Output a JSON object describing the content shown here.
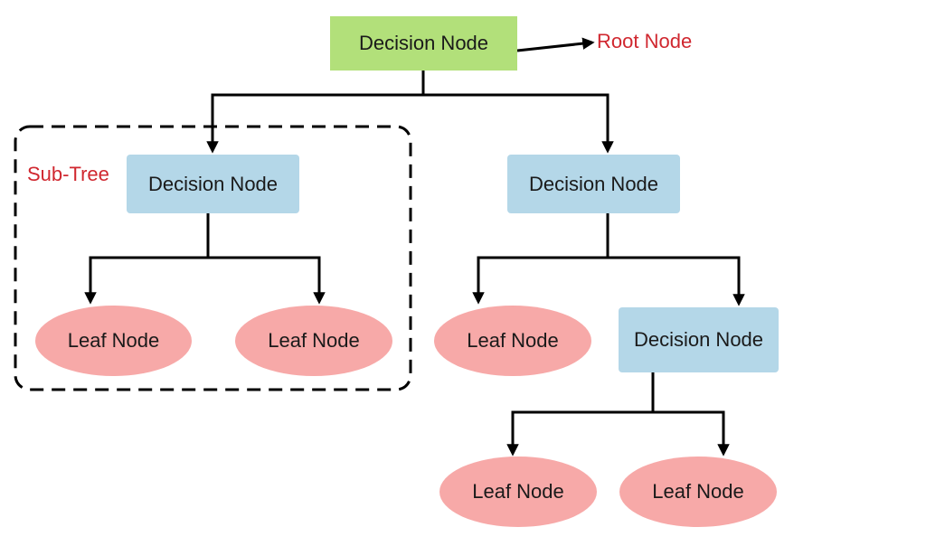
{
  "diagram": {
    "colors": {
      "root_fill": "#b2e07a",
      "decision_fill": "#b4d7e8",
      "leaf_fill": "#f7a9a8",
      "annotation_text": "#d0272f",
      "connector": "#000000"
    },
    "nodes": {
      "root": {
        "label": "Decision Node",
        "type": "decision"
      },
      "left_decision": {
        "label": "Decision Node",
        "type": "decision"
      },
      "right_decision": {
        "label": "Decision Node",
        "type": "decision"
      },
      "lower_right_decision": {
        "label": "Decision Node",
        "type": "decision"
      },
      "leaf_1": {
        "label": "Leaf Node",
        "type": "leaf"
      },
      "leaf_2": {
        "label": "Leaf Node",
        "type": "leaf"
      },
      "leaf_3": {
        "label": "Leaf Node",
        "type": "leaf"
      },
      "leaf_4": {
        "label": "Leaf Node",
        "type": "leaf"
      },
      "leaf_5": {
        "label": "Leaf Node",
        "type": "leaf"
      }
    },
    "edges": [
      {
        "from": "root",
        "to": "left_decision"
      },
      {
        "from": "root",
        "to": "right_decision"
      },
      {
        "from": "left_decision",
        "to": "leaf_1"
      },
      {
        "from": "left_decision",
        "to": "leaf_2"
      },
      {
        "from": "right_decision",
        "to": "leaf_3"
      },
      {
        "from": "right_decision",
        "to": "lower_right_decision"
      },
      {
        "from": "lower_right_decision",
        "to": "leaf_4"
      },
      {
        "from": "lower_right_decision",
        "to": "leaf_5"
      }
    ],
    "annotations": {
      "root_node": "Root Node",
      "sub_tree": "Sub-Tree"
    }
  }
}
